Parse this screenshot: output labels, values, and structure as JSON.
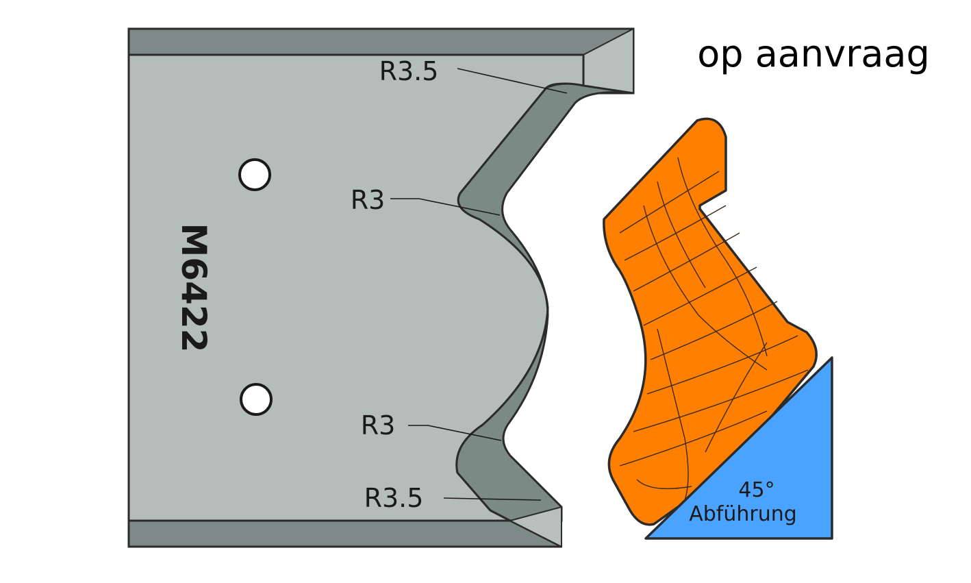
{
  "status_text": "op aanvraag",
  "part_code": "M6422",
  "radius_labels": [
    "R3.5",
    "R3",
    "R3",
    "R3.5"
  ],
  "angle_label": "45°",
  "ejection_label": "Abführung",
  "colors": {
    "blade": "#b5bdbb",
    "blade_bevel": "#7c8a86",
    "profile": "#ff7f00",
    "ejection_wedge": "#4aa3ff",
    "outline": "#2b2b2b"
  }
}
